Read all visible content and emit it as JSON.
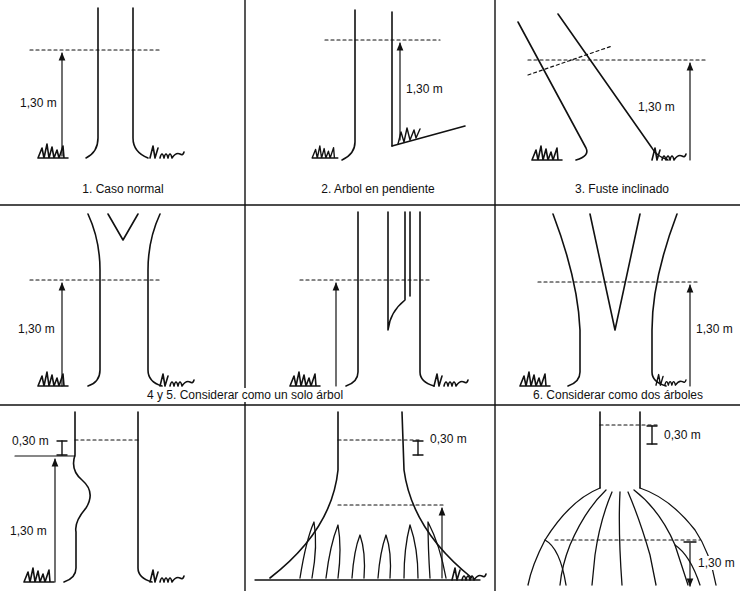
{
  "diagram": {
    "labels": [
      "1,30 m",
      "1. Caso normal",
      "1,30 m",
      "2. Arbol en pendiente",
      "1,30 m",
      "3. Fuste inclinado",
      "1,30 m",
      "4 y 5. Considerar como un solo árbol",
      "1,30 m",
      "6. Considerar como dos árboles",
      "0,30 m",
      "1,30 m",
      "0,30 m",
      "0,30 m",
      "1,30 m"
    ]
  }
}
